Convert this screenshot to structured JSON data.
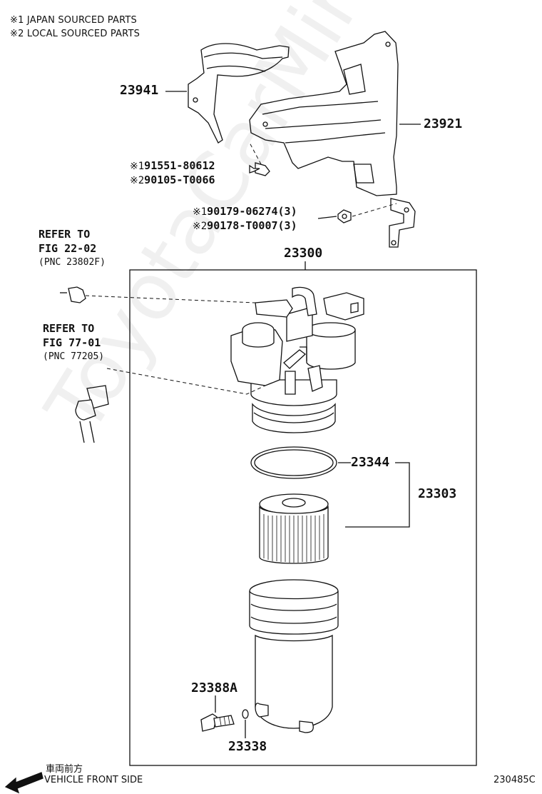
{
  "notes": {
    "japan": "※1 JAPAN SOURCED PARTS",
    "local": "※2 LOCAL SOURCED PARTS"
  },
  "labels": {
    "p23941": "23941",
    "p23921": "23921",
    "bolt_mark1": "※1",
    "bolt_japan": "91551-80612",
    "bolt_mark2": "※2",
    "bolt_local": "90105-T0066",
    "nut_mark1": "※1",
    "nut_japan": "90179-06274(3)",
    "nut_mark2": "※2",
    "nut_local": "90178-T0007(3)",
    "p23300": "23300",
    "p23344": "23344",
    "p23303": "23303",
    "p23388a": "23388A",
    "p23338": "23338"
  },
  "refs": [
    {
      "line1": "REFER TO",
      "line2": "FIG 22-02",
      "pnc": "(PNC 23802F)"
    },
    {
      "line1": "REFER TO",
      "line2": "FIG 77-01",
      "pnc": "(PNC 77205)"
    }
  ],
  "footer": {
    "direction_jp": "車両前方",
    "direction_en": "VEHICLE FRONT SIDE",
    "figure_code": "230485C"
  },
  "watermark": "ToyotaCarMine.ru"
}
